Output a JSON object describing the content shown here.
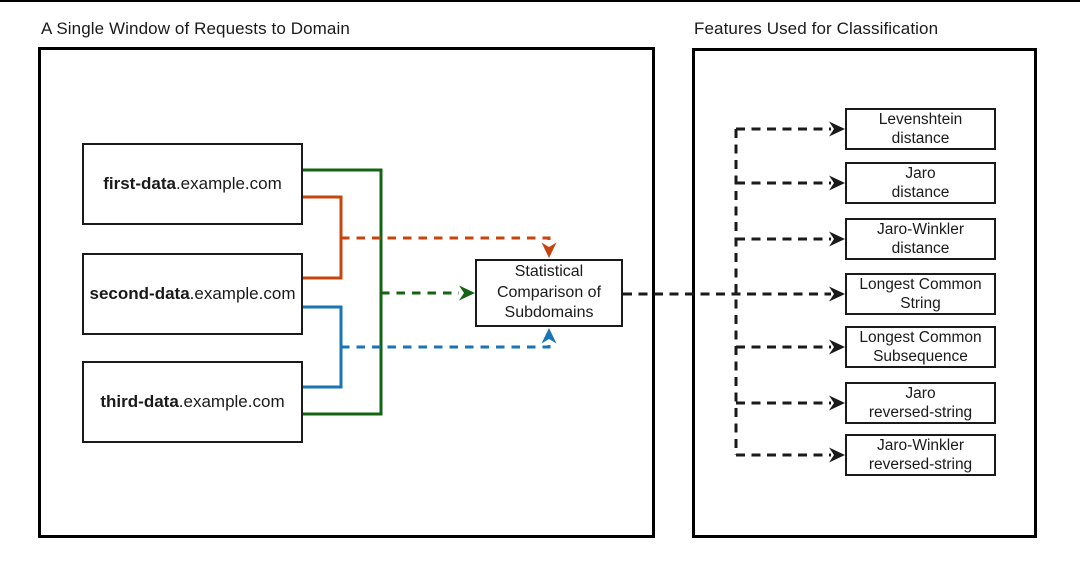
{
  "colors": {
    "red": "#C8440F",
    "green": "#146414",
    "blue": "#1B75B5",
    "line": "#1A1A1A"
  },
  "left_panel": {
    "title": "A Single Window of Requests to Domain",
    "domains": [
      {
        "bold": "first-data",
        "rest": ".example.com"
      },
      {
        "bold": "second-data",
        "rest": ".example.com"
      },
      {
        "bold": "third-data",
        "rest": ".example.com"
      }
    ],
    "comparison_box": "Statistical\nComparison of\nSubdomains"
  },
  "right_panel": {
    "title": "Features Used for Classification",
    "features": [
      {
        "label": "Levenshtein\ndistance"
      },
      {
        "label": "Jaro\ndistance"
      },
      {
        "label": "Jaro-Winkler\ndistance"
      },
      {
        "label": "Longest Common\nString"
      },
      {
        "label": "Longest Common\nSubsequence"
      },
      {
        "label": "Jaro\nreversed-string"
      },
      {
        "label": "Jaro-Winkler\nreversed-string"
      }
    ]
  }
}
